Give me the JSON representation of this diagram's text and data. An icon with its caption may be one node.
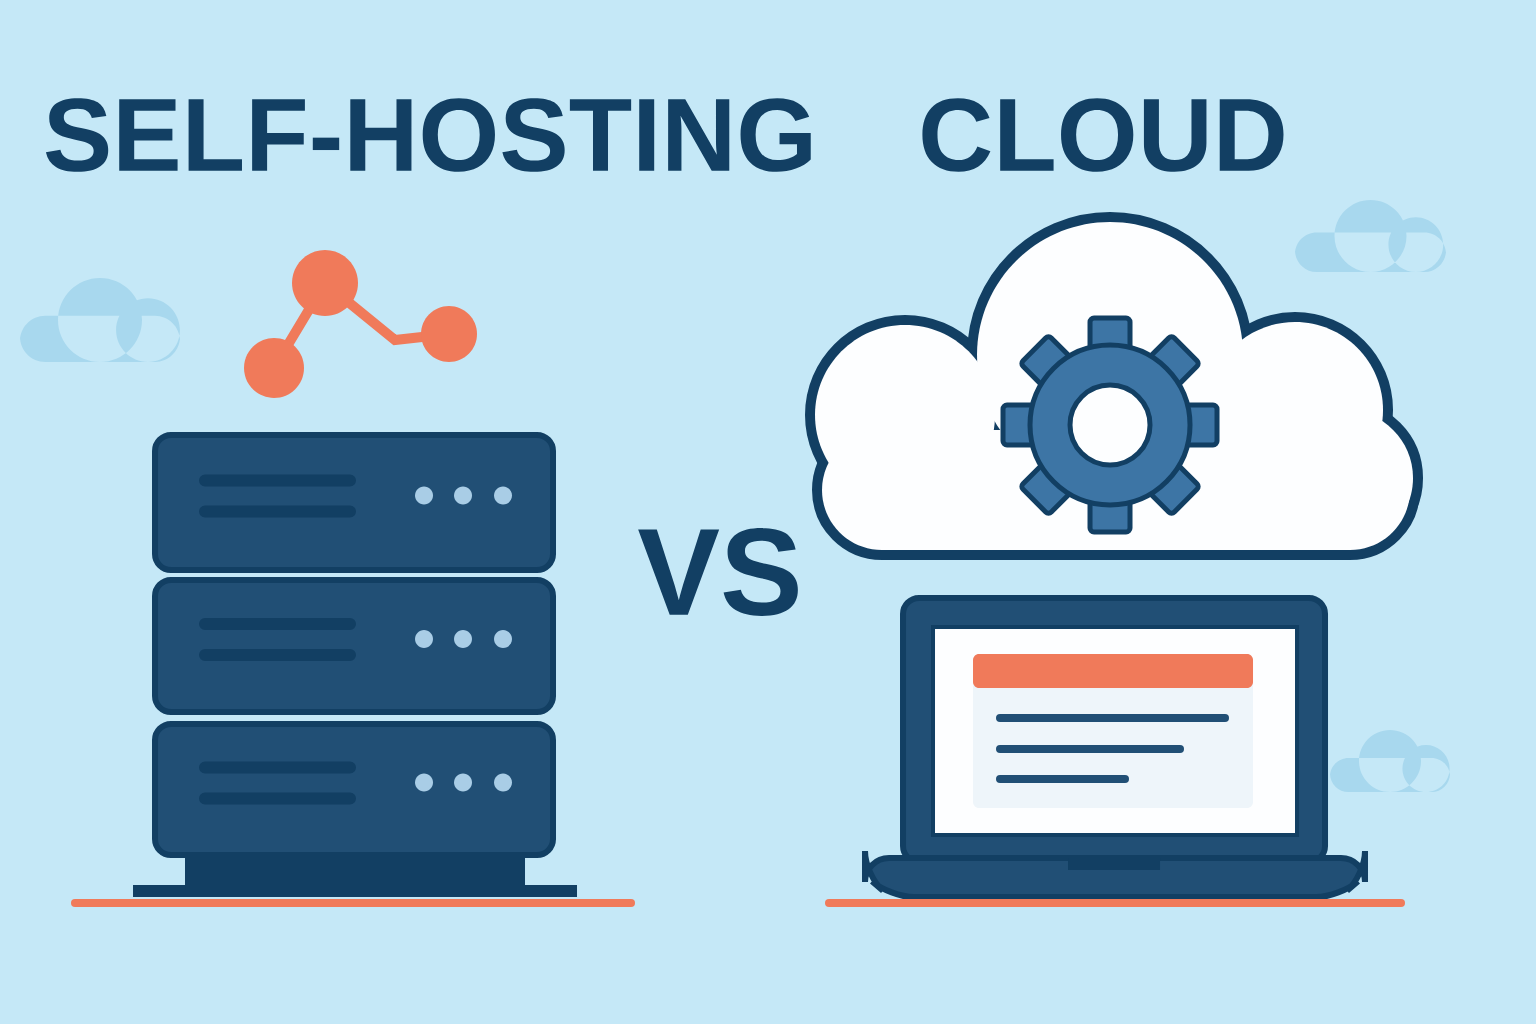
{
  "diagram": {
    "labels": [
      "SELF-HOSTING",
      "CLOUD",
      "VS"
    ]
  }
}
